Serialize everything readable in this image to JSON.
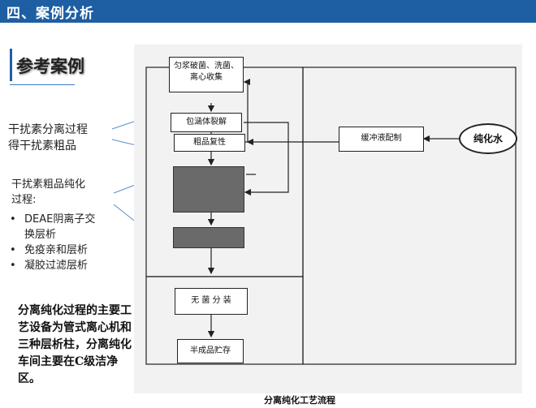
{
  "header": {
    "title": "四、案例分析",
    "bg_color": "#1e5fa3"
  },
  "reference": {
    "title": "参考案例"
  },
  "annotations": {
    "interferon_separation": [
      "干扰素分离过程",
      "得干扰素粗品"
    ],
    "purification_title": [
      "干扰素粗品纯化",
      "过程:"
    ],
    "methods": [
      [
        "DEAE阴离子交",
        "换层析"
      ],
      [
        "免疫亲和层析"
      ],
      [
        "凝胶过滤层析"
      ]
    ]
  },
  "summary": "分离纯化过程的主要工艺设备为管式离心机和三种层析柱，分离纯化车间主要在C级洁净区。",
  "diagram": {
    "boxes": {
      "homogenize": [
        "匀浆破菌、洗菌、",
        "离心收集"
      ],
      "inclusion": "包涵体裂解",
      "renature": "粗品复性",
      "buffer": "缓冲液配制",
      "pure_water": "纯化水",
      "sterile": "无 菌 分 装",
      "store": "半成品贮存"
    },
    "caption": "分离纯化工艺流程"
  }
}
